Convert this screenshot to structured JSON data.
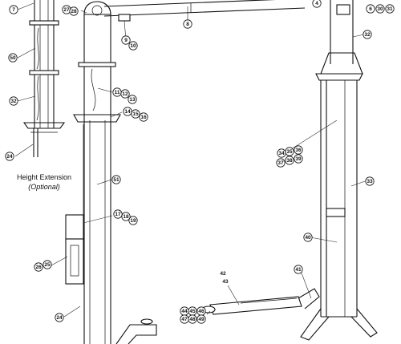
{
  "caption": {
    "title": "Height Extension",
    "subtitle": "(Optional)"
  },
  "callouts": [
    {
      "label": "7"
    },
    {
      "label": "27"
    },
    {
      "label": "28"
    },
    {
      "label": "8"
    },
    {
      "label": "9"
    },
    {
      "label": "10"
    },
    {
      "label": "4"
    },
    {
      "label": "6"
    },
    {
      "label": "30"
    },
    {
      "label": "31"
    },
    {
      "label": "32"
    },
    {
      "label": "50"
    },
    {
      "label": "32"
    },
    {
      "label": "11"
    },
    {
      "label": "12"
    },
    {
      "label": "13"
    },
    {
      "label": "14"
    },
    {
      "label": "15"
    },
    {
      "label": "16"
    },
    {
      "label": "24"
    },
    {
      "label": "34"
    },
    {
      "label": "35"
    },
    {
      "label": "36"
    },
    {
      "label": "37"
    },
    {
      "label": "38"
    },
    {
      "label": "39"
    },
    {
      "label": "51"
    },
    {
      "label": "33"
    },
    {
      "label": "17"
    },
    {
      "label": "18"
    },
    {
      "label": "19"
    },
    {
      "label": "40"
    },
    {
      "label": "26"
    },
    {
      "label": "25"
    },
    {
      "label": "41"
    },
    {
      "label": "24"
    },
    {
      "label": "44"
    },
    {
      "label": "45"
    },
    {
      "label": "46"
    },
    {
      "label": "47"
    },
    {
      "label": "48"
    },
    {
      "label": "49"
    }
  ],
  "plain_labels": [
    {
      "label": "42"
    },
    {
      "label": "43"
    }
  ]
}
